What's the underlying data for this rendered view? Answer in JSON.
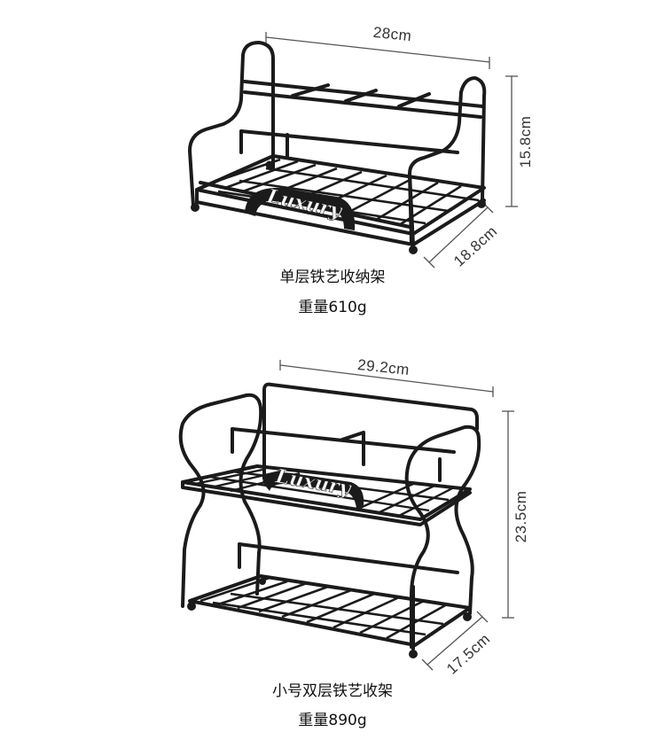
{
  "products": [
    {
      "name": "单层铁艺收纳架",
      "weight": "重量610g",
      "dimensions": {
        "width": "28cm",
        "height": "15.8cm",
        "depth": "18.8cm"
      },
      "logo_text": "Luxury"
    },
    {
      "name": "小号双层铁艺收架",
      "weight": "重量890g",
      "dimensions": {
        "width": "29.2cm",
        "height": "23.5cm",
        "depth": "17.5cm"
      },
      "logo_text": "Luxury"
    }
  ],
  "colors": {
    "frame": "#1b1b1b",
    "dimension_line": "#555555",
    "background": "#ffffff"
  }
}
